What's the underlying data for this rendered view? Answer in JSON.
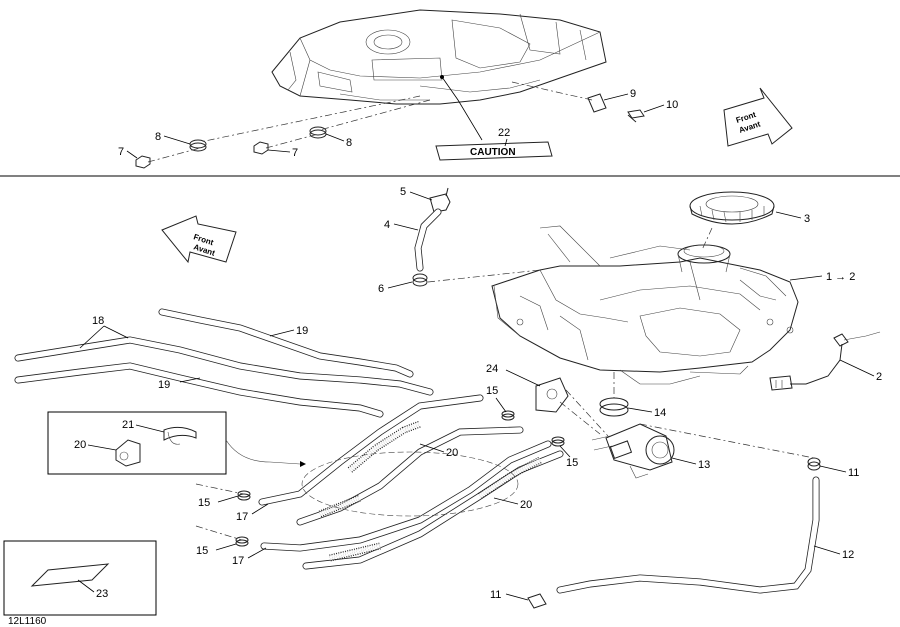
{
  "diagram_id": "12L1160",
  "direction_labels": {
    "top_arrow": [
      "Front",
      "Avant"
    ],
    "left_arrow": [
      "Front",
      "Avant"
    ]
  },
  "decal_text": "CAUTION",
  "callouts": {
    "c1": "1 → 2",
    "c2": "2",
    "c3": "3",
    "c4": "4",
    "c5": "5",
    "c6": "6",
    "c7a": "7",
    "c7b": "7",
    "c8a": "8",
    "c8b": "8",
    "c9": "9",
    "c10": "10",
    "c11a": "11",
    "c11b": "11",
    "c12": "12",
    "c13": "13",
    "c14": "14",
    "c15a": "15",
    "c15b": "15",
    "c15c": "15",
    "c15d": "15",
    "c17a": "17",
    "c17b": "17",
    "c18": "18",
    "c19a": "19",
    "c19b": "19",
    "c20a": "20",
    "c20b": "20",
    "c20c": "20",
    "c21": "21",
    "c22": "22",
    "c23": "23",
    "c24": "24"
  }
}
